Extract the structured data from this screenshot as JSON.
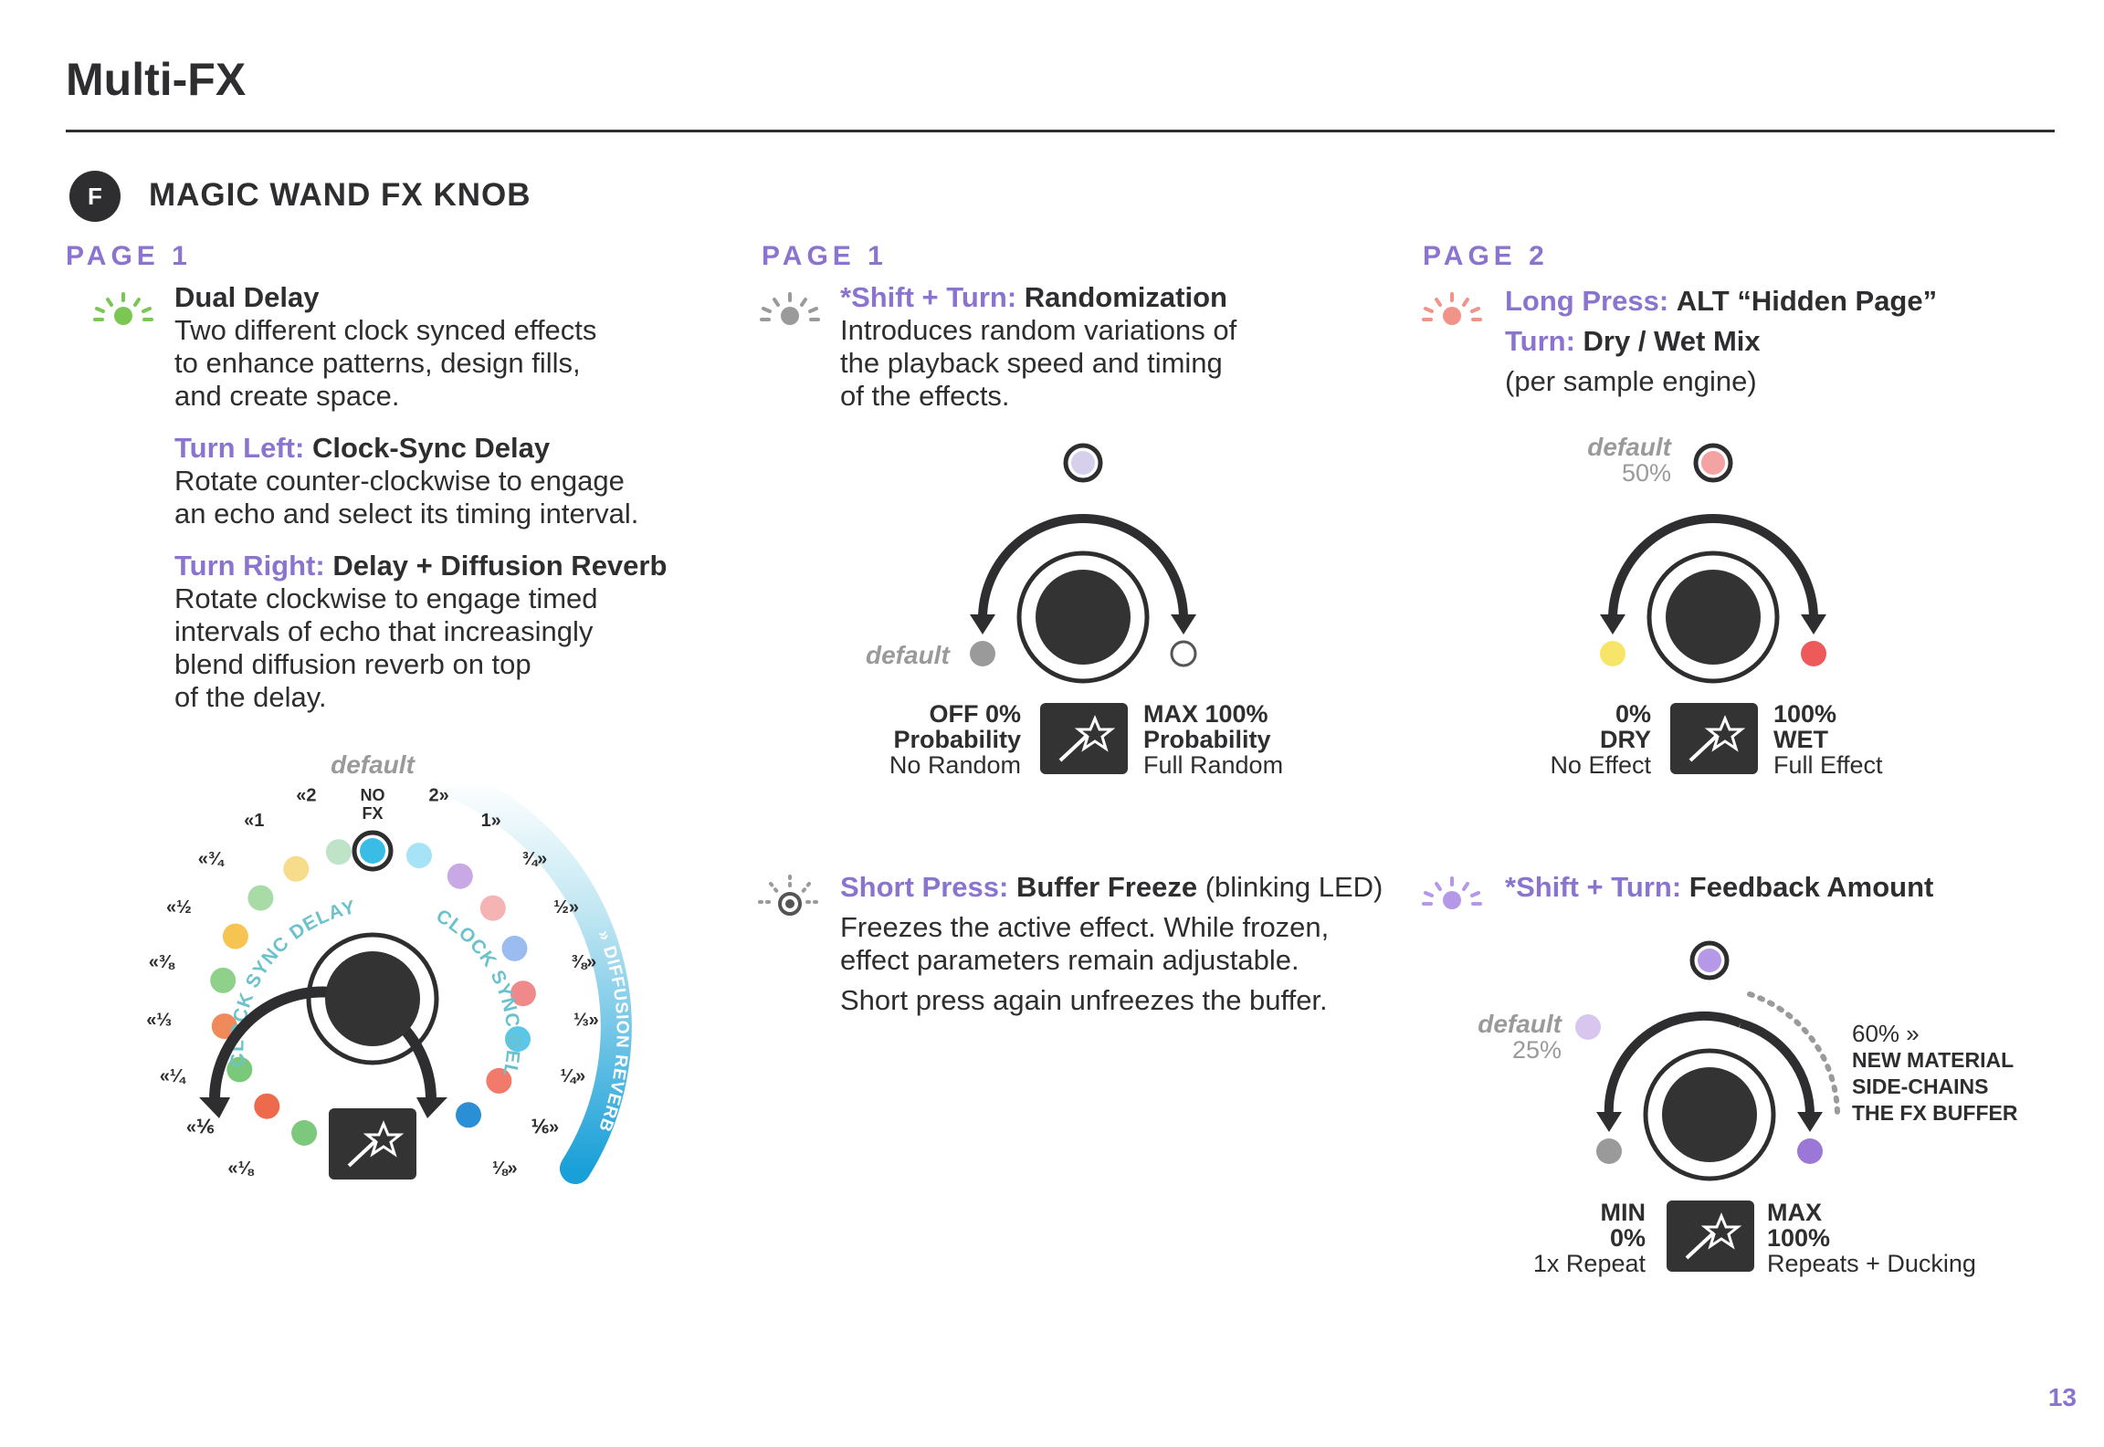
{
  "header": {
    "title": "Multi-FX"
  },
  "section": {
    "badge": "F",
    "title": "MAGIC WAND FX KNOB"
  },
  "col1": {
    "page_label": "PAGE 1",
    "dual_title": "Dual Delay",
    "dual_lines": [
      "Two different clock synced effects",
      "to enhance patterns, design fills,",
      "and create space."
    ],
    "left_action": "Turn Left:",
    "left_title": "Clock-Sync Delay",
    "left_lines": [
      "Rotate counter-clockwise to engage",
      "an echo and select its timing interval."
    ],
    "right_action": "Turn Right:",
    "right_title": "Delay + Diffusion Reverb",
    "right_lines": [
      "Rotate clockwise to engage timed",
      "intervals of echo that increasingly",
      "blend diffusion reverb on top",
      "of the delay."
    ],
    "diagram": {
      "default_label": "default",
      "no_fx": [
        "NO",
        "FX"
      ],
      "left_arc": "CLOCK SYNC DELAY",
      "right_arc": "CLOCK SYNC DELAY",
      "reverb_arc": "» DIFFUSION REVERB",
      "left_ticks": [
        "«2",
        "«1",
        "«¾",
        "«½",
        "«⅜",
        "«⅓",
        "«¼",
        "«⅙",
        "«⅛"
      ],
      "right_ticks": [
        "2»",
        "1»",
        "¾»",
        "½»",
        "⅜»",
        "⅓»",
        "¼»",
        "⅙»",
        "⅛»"
      ],
      "left_colors": [
        "#bfe3c6",
        "#f7dc8c",
        "#a8dba6",
        "#f5c451",
        "#8fd18a",
        "#f08a5b",
        "#7ac97a",
        "#ee6a4c",
        "#7cc87d"
      ],
      "right_colors": [
        "#a6e3f6",
        "#c9a8e6",
        "#f6b3b3",
        "#9bbcf0",
        "#f08a8a",
        "#5cc6e6",
        "#f27a6a",
        "#2b8fd6"
      ],
      "center_color": "#39bde6"
    }
  },
  "col2": {
    "page_label": "PAGE 1",
    "shift_action": "*Shift + Turn:",
    "shift_title": "Randomization",
    "shift_lines": [
      "Introduces random variations of",
      "the playback speed and timing",
      "of the effects."
    ],
    "knob": {
      "default_label": "default",
      "left_top": "OFF 0%",
      "left_mid": "Probability",
      "left_sub": "No Random",
      "right_top": "MAX 100%",
      "right_mid": "Probability",
      "right_sub": "Full Random",
      "top_led": "#d6d0ec",
      "left_led": "#9a9a9a",
      "right_led": "#ffffff"
    },
    "press_action": "Short Press:",
    "press_title": "Buffer Freeze",
    "press_suffix": " (blinking LED)",
    "press_lines": [
      "Freezes the active effect. While frozen,",
      "effect parameters remain adjustable."
    ],
    "press_last": "Short press again unfreezes the buffer."
  },
  "col3": {
    "page_label": "PAGE 2",
    "long_action": "Long Press:",
    "long_title": "ALT “Hidden Page”",
    "turn_action": "Turn:",
    "turn_title": "Dry / Wet Mix",
    "turn_sub": "(per sample engine)",
    "knob1": {
      "default_label": "default",
      "default_pct": "50%",
      "left_top": "0%",
      "left_mid": "DRY",
      "left_sub": "No Effect",
      "right_top": "100%",
      "right_mid": "WET",
      "right_sub": "Full Effect",
      "top_led": "#f4a3a3",
      "left_led": "#f7e56a",
      "right_led": "#ee5a5a"
    },
    "shift_action": "*Shift + Turn:",
    "shift_title": "Feedback Amount",
    "knob2": {
      "default_label": "default",
      "default_pct": "25%",
      "note": [
        "60% »",
        "NEW MATERIAL",
        "SIDE-CHAINS",
        "THE FX BUFFER"
      ],
      "left_top": "MIN",
      "left_mid": "0%",
      "left_sub": "1x Repeat",
      "right_top": "MAX",
      "right_mid": "100%",
      "right_sub": "Repeats + Ducking",
      "top_led": "#b598e8",
      "default_led": "#d8c6ef",
      "left_led": "#9a9a9a",
      "right_led": "#9b78d8"
    }
  },
  "footer": {
    "page_number": "13"
  }
}
